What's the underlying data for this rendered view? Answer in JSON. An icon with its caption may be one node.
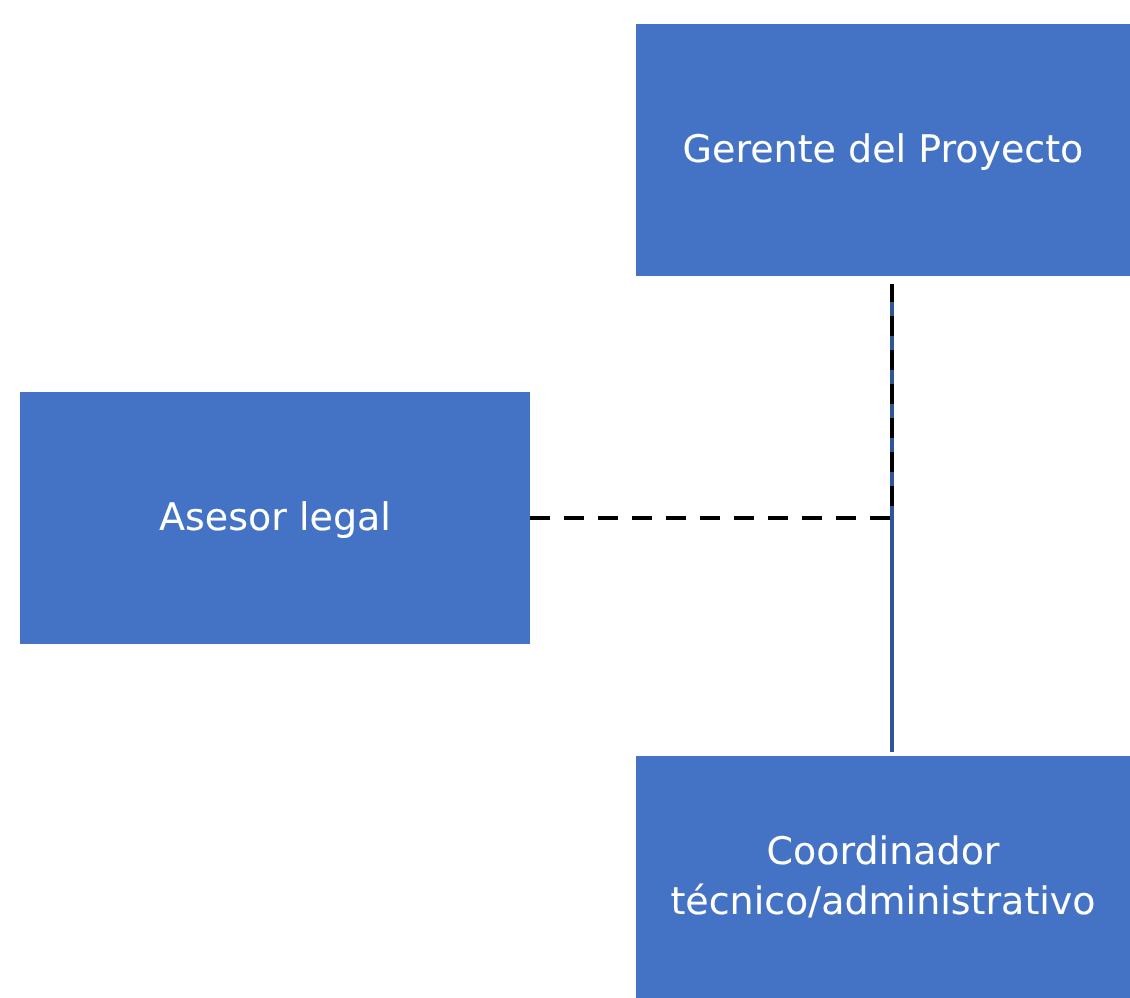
{
  "diagram": {
    "nodes": [
      {
        "text": [
          "Gerente del Proyecto"
        ]
      },
      {
        "text": [
          "Asesor legal"
        ]
      },
      {
        "text": [
          "Coordinador técnico/administrativo"
        ]
      }
    ],
    "edges": [
      {
        "from": 0,
        "to": 2,
        "arrow": "none"
      },
      {
        "from": 1,
        "to": 0,
        "arrow": "none",
        "style": "dashed",
        "color": "#000000"
      }
    ]
  }
}
